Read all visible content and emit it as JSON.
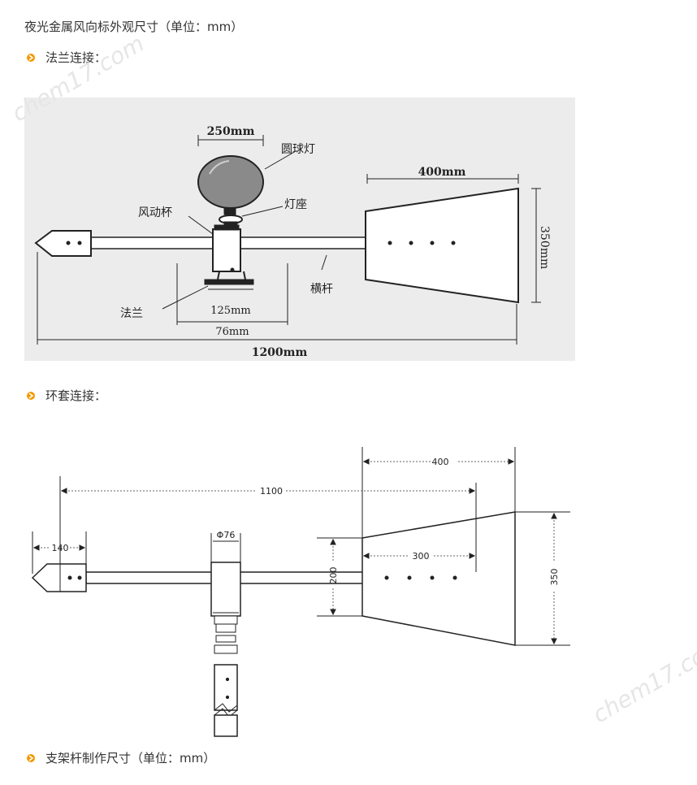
{
  "title": "夜光金属风向标外观尺寸（单位：mm）",
  "sections": {
    "flange": "法兰连接：",
    "ring": "环套连接：",
    "bracket": "支架杆制作尺寸（单位：mm）"
  },
  "watermark": "chem17.com",
  "figure1": {
    "d_ball": "250mm",
    "ball_lamp": "圆球灯",
    "lamp_base": "灯座",
    "cup": "风动杯",
    "d_tail": "400mm",
    "d_tail_h": "350mm",
    "crossbar": "横杆",
    "flange": "法兰",
    "d_flange": "125mm",
    "d_pipe": "76mm",
    "d_total": "1200mm"
  },
  "figure2": {
    "d_tail": "400",
    "d_len": "1100",
    "d_head": "140",
    "d_pipe": "Φ76",
    "d_inner": "300",
    "d_h1": "200",
    "d_h2": "350"
  },
  "colors": {
    "bullet": "#f39800",
    "line": "#222222"
  }
}
